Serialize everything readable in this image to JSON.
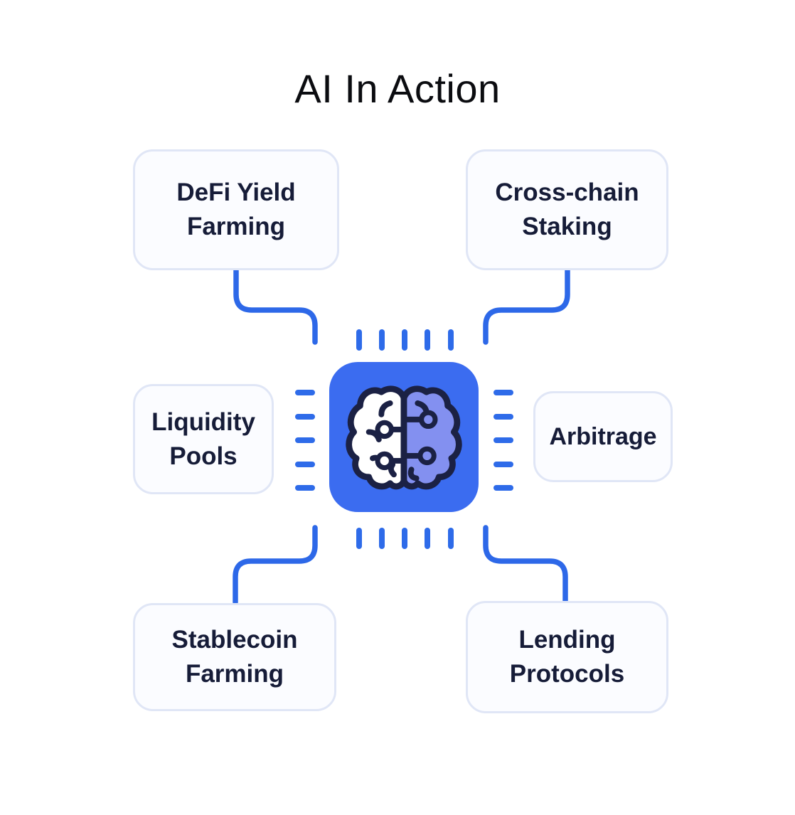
{
  "title": "AI In Action",
  "center": {
    "icon": "ai-brain-chip-icon"
  },
  "nodes": [
    {
      "id": "defi-yield-farming",
      "label": "DeFi Yield Farming",
      "position": "top-left"
    },
    {
      "id": "cross-chain-staking",
      "label": "Cross-chain Staking",
      "position": "top-right"
    },
    {
      "id": "liquidity-pools",
      "label": "Liquidity Pools",
      "position": "middle-left"
    },
    {
      "id": "arbitrage",
      "label": "Arbitrage",
      "position": "middle-right"
    },
    {
      "id": "stablecoin-farming",
      "label": "Stablecoin Farming",
      "position": "bottom-left"
    },
    {
      "id": "lending-protocols",
      "label": "Lending Protocols",
      "position": "bottom-right"
    }
  ],
  "colors": {
    "background": "#ffffff",
    "title_text": "#0b0c10",
    "card_fill": "#fbfcff",
    "card_border": "#e0e6f6",
    "card_text": "#161c38",
    "connector": "#2d68e8",
    "pin": "#2e6be9",
    "chip_fill": "#3b6cf0",
    "brain_outline": "#1b2144",
    "brain_left_fill": "#ffffff",
    "brain_right_fill": "#8390f0"
  }
}
